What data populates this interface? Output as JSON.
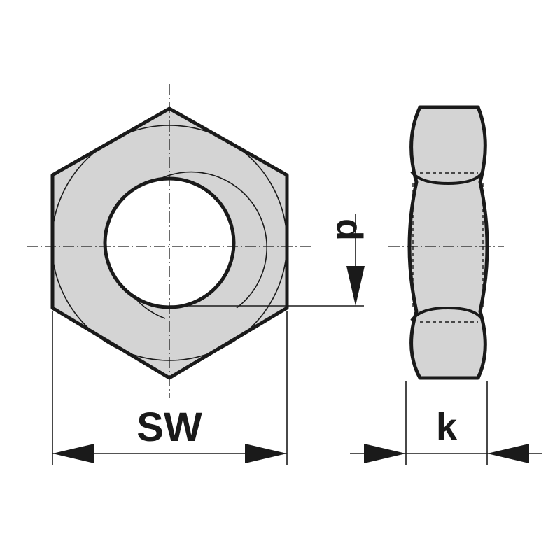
{
  "diagram": {
    "fill_color": "#d4d4d4",
    "line_color": "#1a1a1a",
    "background_color": "#ffffff",
    "labels": {
      "width_across_flats": "SW",
      "thread_diameter": "d",
      "height": "k"
    }
  }
}
